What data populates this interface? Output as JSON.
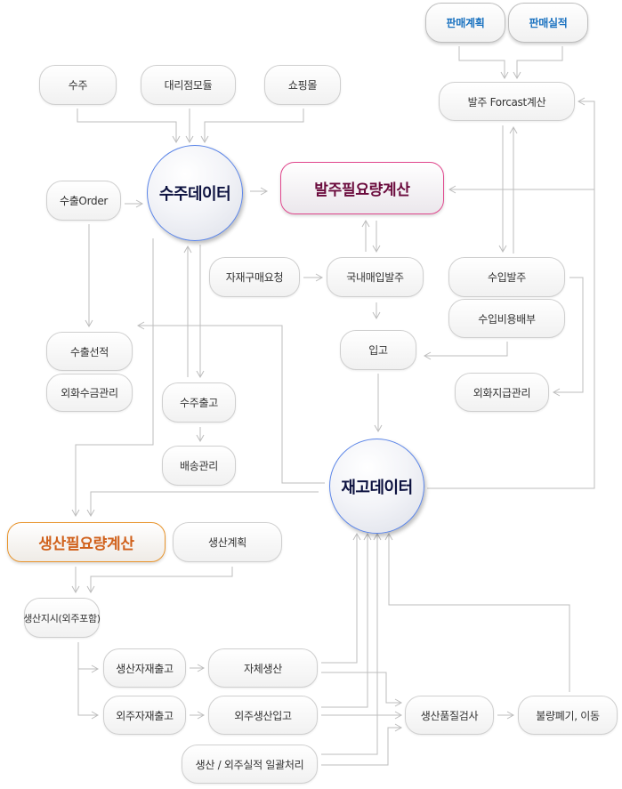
{
  "nodes": {
    "sales_plan": "판매계획",
    "sales_actual": "판매실적",
    "order": "수주",
    "agency_module": "대리점모듈",
    "shopping_mall": "쇼핑몰",
    "po_forecast": "발주 Forcast계산",
    "order_data": "수주데이터",
    "po_requirement": "발주필요량계산",
    "export_order": "수출Order",
    "material_request": "자재구매요청",
    "domestic_purchase": "국내매입발주",
    "import_order": "수입발주",
    "import_cost": "수입비용배부",
    "export_shipping": "수출선적",
    "fx_collection": "외화수금관리",
    "receiving": "입고",
    "fx_payment": "외화지급관리",
    "order_shipment": "수주출고",
    "delivery": "배송관리",
    "inventory_data": "재고데이터",
    "production_requirement": "생산필요량계산",
    "production_plan": "생산계획",
    "production_order": "생산지시(외주포함)",
    "production_material_issue": "생산자재출고",
    "in_house_production": "자체생산",
    "outsourcing_material_issue": "외주자재출고",
    "outsourced_receipt": "외주생산입고",
    "quality_inspection": "생산품질검사",
    "defect_disposal": "불량폐기, 이동",
    "batch_processing": "생산 / 외주실적 일괄처리"
  },
  "colors": {
    "line": "#bdbdbd",
    "circle_border": "#5b85e8",
    "pink": "#e0478d",
    "orange": "#e8942c",
    "blue_text": "#1a72c0"
  }
}
